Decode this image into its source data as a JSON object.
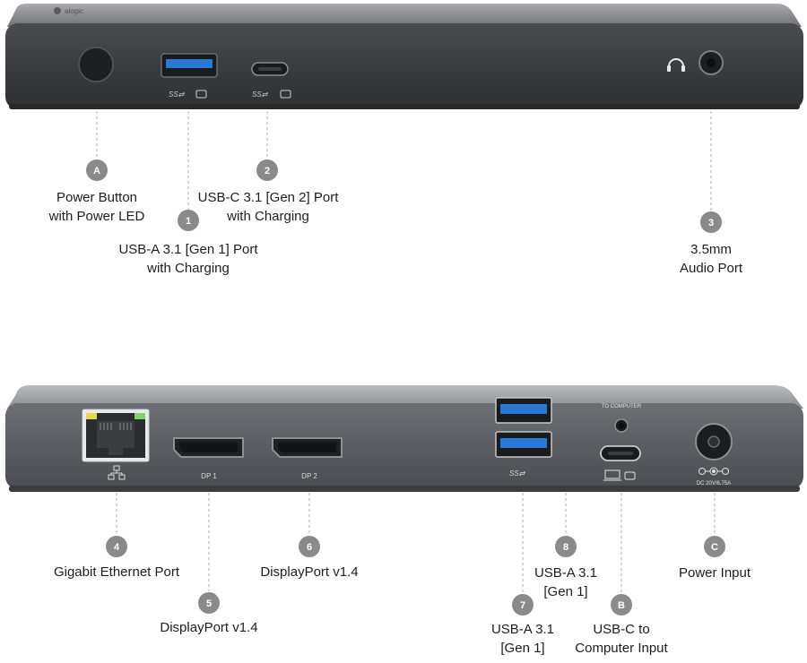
{
  "top_device": {
    "brand": "alogic",
    "ports": [
      {
        "id": "A",
        "label_line1": "Power Button",
        "label_line2": "with Power LED"
      },
      {
        "id": "1",
        "label_line1": "USB-A 3.1 [Gen 1] Port",
        "label_line2": "with Charging"
      },
      {
        "id": "2",
        "label_line1": "USB-C 3.1 [Gen 2] Port",
        "label_line2": "with Charging"
      },
      {
        "id": "3",
        "label_line1": "3.5mm",
        "label_line2": "Audio Port"
      }
    ]
  },
  "bottom_device": {
    "port_markings": {
      "dp1": "DP 1",
      "dp2": "DP 2",
      "to_computer": "TO COMPUTER",
      "dc_rating": "DC 20V/6.75A"
    },
    "ports": [
      {
        "id": "4",
        "label_line1": "Gigabit Ethernet Port",
        "label_line2": ""
      },
      {
        "id": "5",
        "label_line1": "DisplayPort v1.4",
        "label_line2": ""
      },
      {
        "id": "6",
        "label_line1": "DisplayPort v1.4",
        "label_line2": ""
      },
      {
        "id": "7",
        "label_line1": "USB-A 3.1",
        "label_line2": "[Gen 1]"
      },
      {
        "id": "8",
        "label_line1": "USB-A 3.1",
        "label_line2": "[Gen 1]"
      },
      {
        "id": "B",
        "label_line1": "USB-C to",
        "label_line2": "Computer Input"
      },
      {
        "id": "C",
        "label_line1": "Power Input",
        "label_line2": ""
      }
    ]
  },
  "colors": {
    "badge": "#8a8a8a",
    "leader": "#a8a8a8",
    "top_body": "#3c3e41",
    "bottom_body": "#55585c",
    "usb_blue": "#2a78d6"
  }
}
